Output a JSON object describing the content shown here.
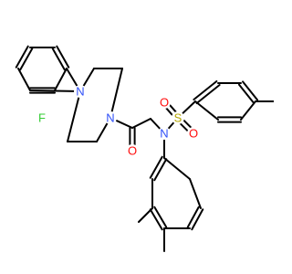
{
  "molecule": {
    "atoms": {
      "F": {
        "symbol": "F",
        "color": "#33cc33"
      },
      "N_aryl": {
        "symbol": "N",
        "color": "#3050f8"
      },
      "N_amide": {
        "symbol": "N",
        "color": "#3050f8"
      },
      "O_carbonyl": {
        "symbol": "O",
        "color": "#ff0d0d"
      },
      "N_sulfonamide": {
        "symbol": "N",
        "color": "#3050f8"
      },
      "S": {
        "symbol": "S",
        "color": "#b3a600"
      },
      "O_s1": {
        "symbol": "O",
        "color": "#ff0d0d"
      },
      "O_s2": {
        "symbol": "O",
        "color": "#ff0d0d"
      }
    },
    "bond_color": "#000000"
  }
}
